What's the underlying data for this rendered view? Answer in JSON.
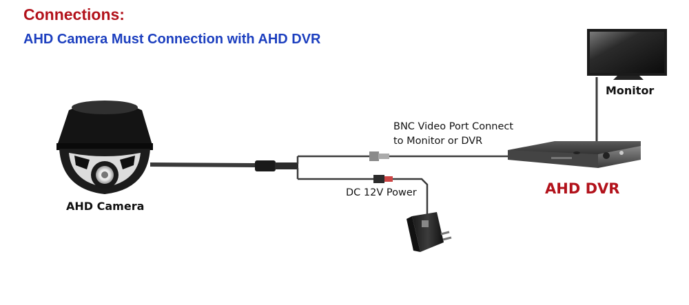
{
  "header": {
    "title": "Connections:",
    "subtitle": "AHD Camera Must Connection with AHD DVR"
  },
  "labels": {
    "monitor": "Monitor",
    "bnc_line1": "BNC Video Port Connect",
    "bnc_line2": "to Monitor or DVR",
    "dvr": "AHD DVR",
    "dc_power": "DC 12V Power",
    "camera": "AHD Camera"
  },
  "colors": {
    "title": "#b2121b",
    "subtitle": "#1c3fbf",
    "dvr_label": "#b2121b",
    "cable": "#3a3a3a"
  }
}
